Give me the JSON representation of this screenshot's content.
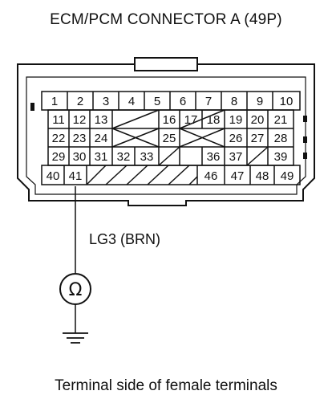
{
  "title": "ECM/PCM CONNECTOR A (49P)",
  "caption": "Terminal side of female terminals",
  "wire_label": "LG3 (BRN)",
  "meter_symbol": "Ω",
  "meter_icon": "ohmmeter-icon",
  "ground_icon": "ground-icon",
  "rows": [
    [
      "1",
      "2",
      "3",
      "4",
      "5",
      "6",
      "7",
      "8",
      "9",
      "10"
    ],
    [
      "11",
      "12",
      "13",
      "",
      "16",
      "17",
      "18",
      "19",
      "20",
      "21"
    ],
    [
      "22",
      "23",
      "24",
      "25",
      "26",
      "27",
      "28"
    ],
    [
      "29",
      "30",
      "31",
      "32",
      "33",
      "36",
      "37",
      "39"
    ],
    [
      "40",
      "41",
      "46",
      "47",
      "48",
      "49"
    ]
  ]
}
